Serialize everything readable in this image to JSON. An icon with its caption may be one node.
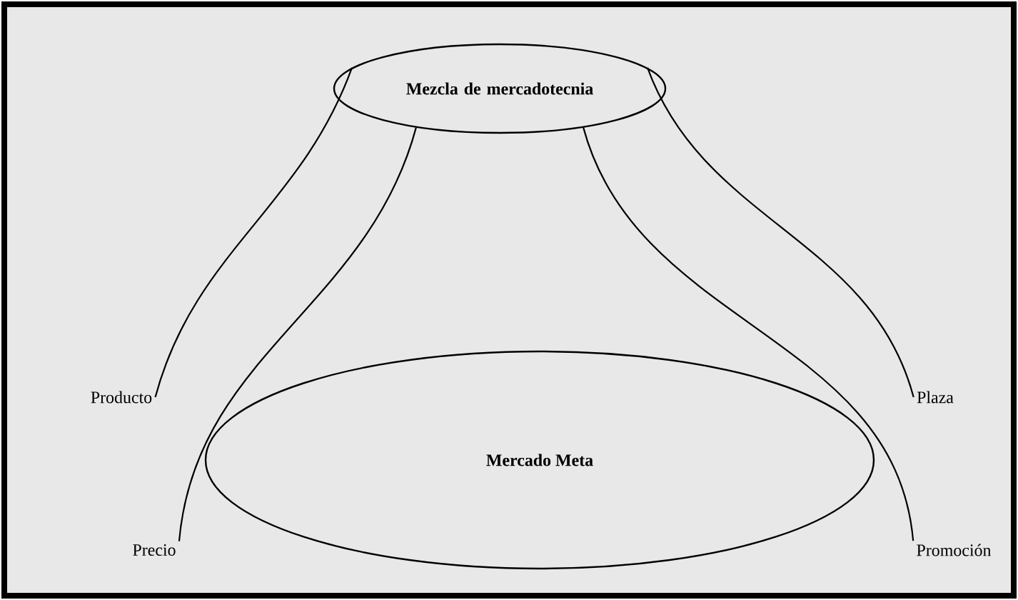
{
  "diagram": {
    "nodes": [
      {
        "text": [
          "Mezcla de mercadotecnia"
        ]
      },
      {
        "text": [
          "Producto"
        ]
      },
      {
        "text": [
          "Plaza"
        ]
      },
      {
        "text": [
          "Mercado Meta"
        ]
      },
      {
        "text": [
          "Precio"
        ]
      },
      {
        "text": [
          "Promoción"
        ]
      }
    ],
    "edges": [
      {
        "from": 0,
        "to": 1,
        "arrow": "none"
      },
      {
        "from": 0,
        "to": 4,
        "arrow": "none"
      },
      {
        "from": 0,
        "to": 5,
        "arrow": "none"
      },
      {
        "from": 0,
        "to": 2,
        "arrow": "none"
      }
    ]
  }
}
